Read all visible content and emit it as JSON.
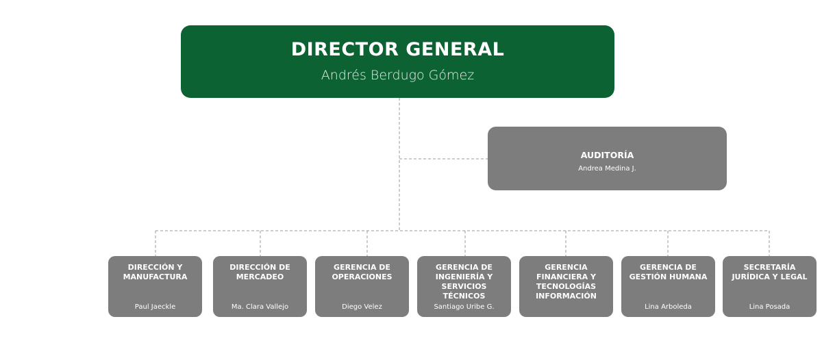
{
  "director": {
    "title": "DIRECTOR GENERAL",
    "name": "Andrés Berdugo Gómez"
  },
  "audit": {
    "title": "AUDITORÍA",
    "name": "Andrea Medina J."
  },
  "departments": [
    {
      "title": "DIRECCIÓN Y MANUFACTURA",
      "name": "Paul Jaeckle"
    },
    {
      "title": "DIRECCIÓN DE MERCADEO",
      "name": "Ma. Clara Vallejo"
    },
    {
      "title": "GERENCIA DE OPERACIONES",
      "name": "Diego Velez"
    },
    {
      "title": "GERENCIA DE INGENIERÍA Y SERVICIOS TÉCNICOS",
      "name": "Santiago Uribe G."
    },
    {
      "title": "GERENCIA FINANCIERA Y TECNOLOGÍAS INFORMACIÓN",
      "name": ""
    },
    {
      "title": "GERENCIA DE GESTIÓN HUMANA",
      "name": "Lina Arboleda"
    },
    {
      "title": "SECRETARÍA JURÍDICA Y LEGAL",
      "name": "Lina Posada"
    }
  ],
  "colors": {
    "director_fill": "#0d6233",
    "box_fill": "#7d7d7d",
    "connector": "#9a9a9a"
  }
}
